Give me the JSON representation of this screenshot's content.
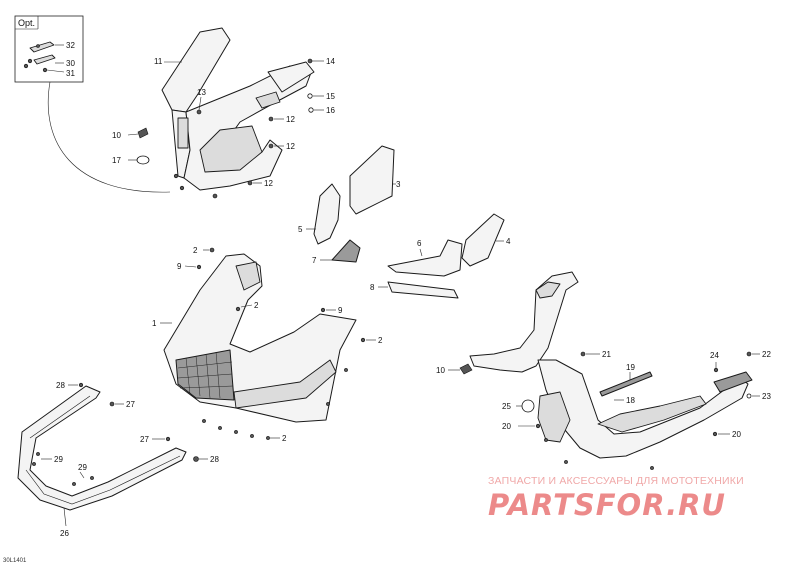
{
  "option_box": {
    "label": "Opt."
  },
  "callouts": {
    "c1": "1",
    "c2a": "2",
    "c2b": "2",
    "c2c": "2",
    "c2d": "2",
    "c3": "3",
    "c4": "4",
    "c5": "5",
    "c6": "6",
    "c7": "7",
    "c8": "8",
    "c9a": "9",
    "c9b": "9",
    "c10a": "10",
    "c10b": "10",
    "c11": "11",
    "c12a": "12",
    "c12b": "12",
    "c12c": "12",
    "c13": "13",
    "c14": "14",
    "c15": "15",
    "c16": "16",
    "c17": "17",
    "c18": "18",
    "c19": "19",
    "c20a": "20",
    "c20b": "20",
    "c21": "21",
    "c22": "22",
    "c23": "23",
    "c24": "24",
    "c25": "25",
    "c26": "26",
    "c27a": "27",
    "c27b": "27",
    "c28a": "28",
    "c28b": "28",
    "c29a": "29",
    "c29b": "29",
    "c30": "30",
    "c31": "31",
    "c32": "32"
  },
  "watermark": {
    "tagline": "ЗАПЧАСТИ И АКСЕССУАРЫ ДЛЯ МОТОТЕХНИКИ",
    "brand": "PARTSFOR.RU"
  },
  "drawing_id": "30L1401"
}
